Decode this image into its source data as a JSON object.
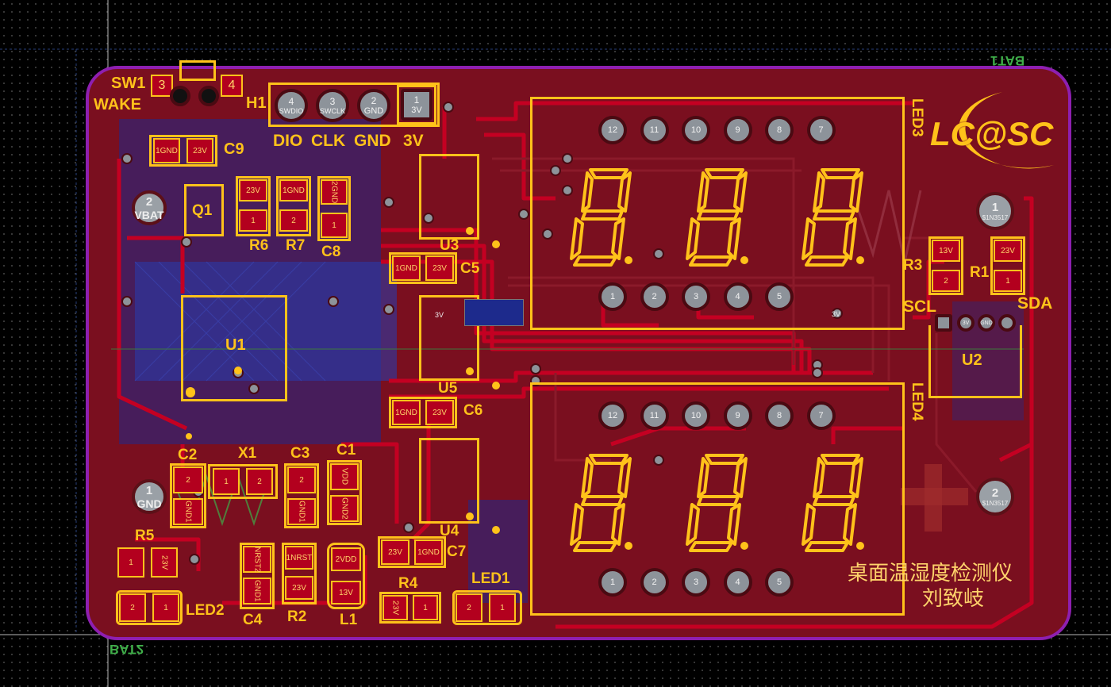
{
  "board": {
    "title_cn": "桌面温湿度检测仪",
    "author_cn": "刘致岐",
    "logo": "LC@SC",
    "silk_top_mirrored": "BAT1",
    "silk_bottom_mirrored": "BAT2",
    "colors": {
      "board": "#7a0f1f",
      "copper_top": "#b3001e",
      "copper_bottom": "#1d2a8c",
      "silk": "#ffc21a",
      "outline": "#8e1fb0",
      "pad": "#9aa0a6"
    }
  },
  "switch": {
    "ref": "SW1",
    "name": "WAKE",
    "pin3": "3",
    "pin4": "4"
  },
  "header": {
    "ref": "H1",
    "pins": [
      {
        "num": "4",
        "net": "SWDIO"
      },
      {
        "num": "3",
        "net": "SWCLK"
      },
      {
        "num": "2",
        "net": "GND"
      },
      {
        "num": "1",
        "net": "3V"
      }
    ],
    "labels": [
      "DIO",
      "CLK",
      "GND",
      "3V"
    ]
  },
  "battery_pads": [
    {
      "num": "2",
      "net": "VBAT"
    },
    {
      "num": "1",
      "net": "GND"
    }
  ],
  "sensor_pads": [
    {
      "num": "1",
      "net": "$1N3517"
    },
    {
      "num": "2",
      "net": "$1N3517"
    }
  ],
  "components": {
    "C9": {
      "ref": "C9",
      "p1": "1",
      "n1": "GND",
      "p2": "2",
      "n2": "3V"
    },
    "Q1": {
      "ref": "Q1"
    },
    "R6": {
      "ref": "R6",
      "p1": "2",
      "n1": "3V",
      "p2": "1"
    },
    "R7": {
      "ref": "R7",
      "p1": "1",
      "n1": "GND",
      "p2": "2"
    },
    "C8": {
      "ref": "C8",
      "p1": "2",
      "n1": "GND",
      "p2": "1"
    },
    "U1": {
      "ref": "U1"
    },
    "U3": {
      "ref": "U3"
    },
    "U5": {
      "ref": "U5",
      "net": "3V"
    },
    "U4": {
      "ref": "U4"
    },
    "U2": {
      "ref": "U2",
      "pins": [
        "",
        "3V",
        "GND",
        ""
      ]
    },
    "C5": {
      "ref": "C5",
      "p1": "1",
      "n1": "GND",
      "p2": "2",
      "n2": "3V"
    },
    "C6": {
      "ref": "C6",
      "p1": "1",
      "n1": "GND",
      "p2": "2",
      "n2": "3V"
    },
    "C7": {
      "ref": "C7",
      "p1": "2",
      "n1": "3V",
      "p2": "1",
      "n2": "GND"
    },
    "C2": {
      "ref": "C2",
      "p1": "2",
      "p2": "1",
      "n2": "GND"
    },
    "X1": {
      "ref": "X1",
      "p1": "1",
      "p2": "2"
    },
    "C3": {
      "ref": "C3",
      "p1": "2",
      "p2": "1",
      "n2": "GND"
    },
    "C1": {
      "ref": "C1",
      "p1": "VDD",
      "p2": "GND",
      "n2": "2"
    },
    "R5": {
      "ref": "R5",
      "p1": "1",
      "p2": "2",
      "n2": "3V"
    },
    "C4": {
      "ref": "C4",
      "p1": "2",
      "n1": "NRST",
      "p2": "1",
      "n2": "GND"
    },
    "R2": {
      "ref": "R2",
      "p1": "1",
      "n1": "NRST",
      "p2": "2",
      "n2": "3V"
    },
    "L1": {
      "ref": "L1",
      "p1": "2",
      "n1": "VDD",
      "p2": "1",
      "n2": "3V"
    },
    "R4": {
      "ref": "R4",
      "p1": "2",
      "n1": "3V",
      "p2": "1"
    },
    "R3": {
      "ref": "R3",
      "p1": "1",
      "n1": "3V",
      "p2": "2",
      "net_label": "SCL"
    },
    "R1": {
      "ref": "R1",
      "p1": "2",
      "n1": "3V",
      "p2": "1",
      "net_label": "SDA"
    },
    "LED1": {
      "ref": "LED1",
      "p1": "2",
      "p2": "1"
    },
    "LED2": {
      "ref": "LED2",
      "p1": "2",
      "p2": "1"
    },
    "LED3": {
      "ref": "LED3",
      "top_pins": [
        "12",
        "11",
        "10",
        "9",
        "8",
        "7"
      ],
      "bottom_pins": [
        "1",
        "2",
        "3",
        "4",
        "5"
      ],
      "digits": [
        "8",
        "8",
        "8"
      ]
    },
    "LED4": {
      "ref": "LED4",
      "top_pins": [
        "12",
        "11",
        "10",
        "9",
        "8",
        "7"
      ],
      "bottom_pins": [
        "1",
        "2",
        "3",
        "4",
        "5"
      ],
      "digits": [
        "8",
        "8",
        "8"
      ]
    }
  },
  "net_labels": {
    "u5_3v": "3V",
    "led3_3v": "3V"
  }
}
